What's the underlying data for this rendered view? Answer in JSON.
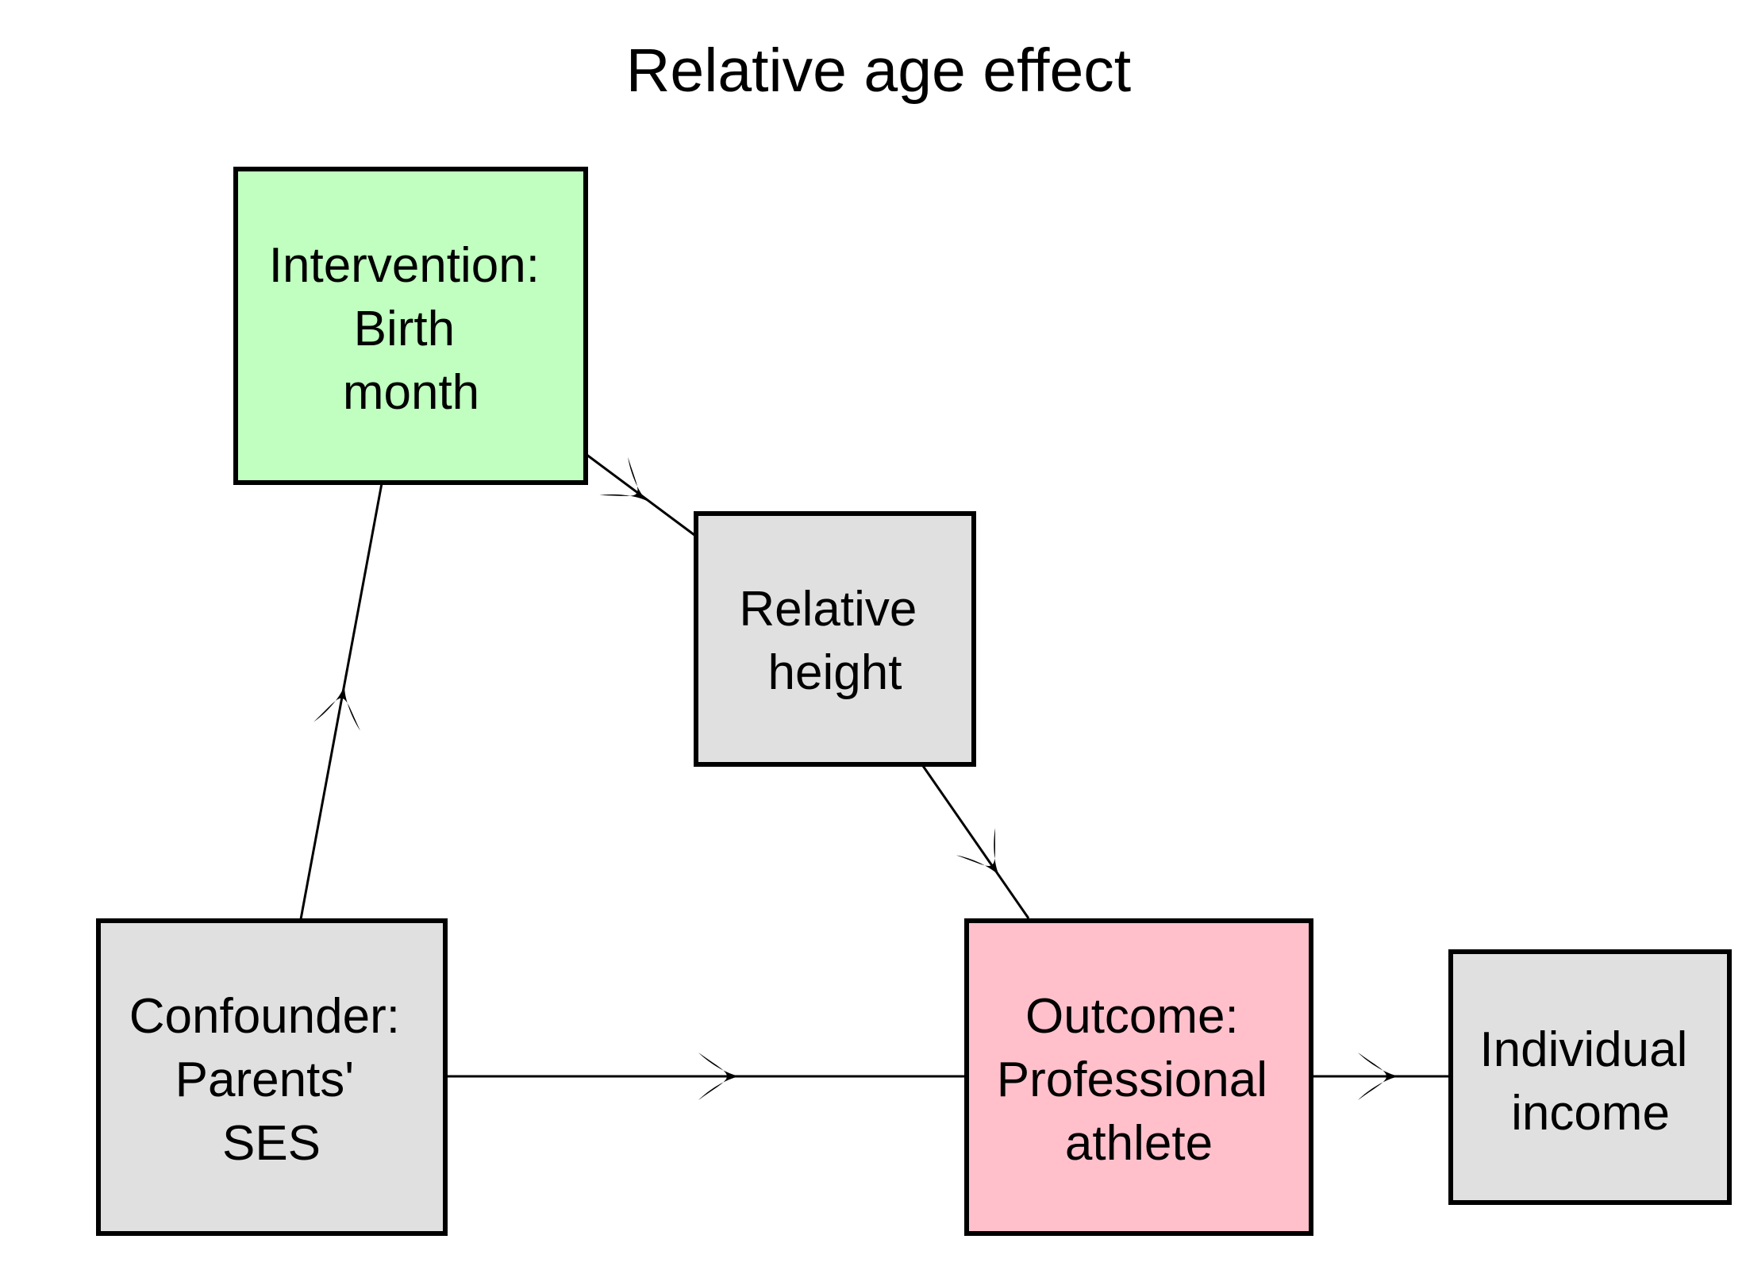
{
  "title": "Relative age effect",
  "nodes": {
    "intervention": {
      "lines": [
        "Intervention:",
        "Birth",
        "month"
      ],
      "fill": "#c0ffc0"
    },
    "height": {
      "lines": [
        "Relative",
        "height"
      ],
      "fill": "#e0e0e0"
    },
    "confounder": {
      "lines": [
        "Confounder:",
        "Parents'",
        "SES"
      ],
      "fill": "#e0e0e0"
    },
    "outcome": {
      "lines": [
        "Outcome:",
        "Professional",
        "athlete"
      ],
      "fill": "#ffc0cb"
    },
    "income": {
      "lines": [
        "Individual",
        "income"
      ],
      "fill": "#e0e0e0"
    }
  },
  "edges": [
    {
      "from": "confounder",
      "to": "intervention"
    },
    {
      "from": "intervention",
      "to": "height"
    },
    {
      "from": "height",
      "to": "outcome"
    },
    {
      "from": "confounder",
      "to": "outcome"
    },
    {
      "from": "outcome",
      "to": "income"
    }
  ],
  "colors": {
    "line": "#000000",
    "text": "#000000"
  }
}
